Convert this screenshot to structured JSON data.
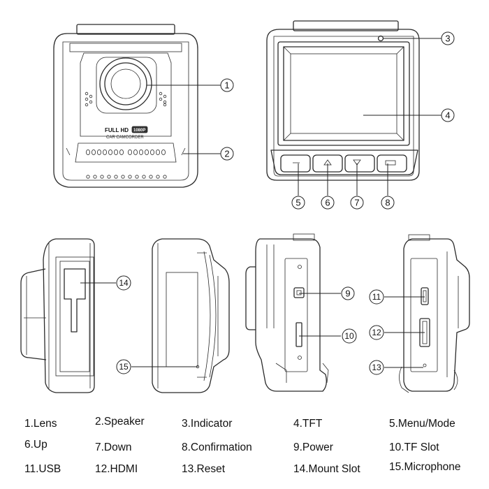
{
  "device_text": {
    "full_hd": "FULL HD",
    "resolution": "1080P",
    "model": "CAR CAMCORDER"
  },
  "callouts": [
    "1",
    "2",
    "3",
    "4",
    "5",
    "6",
    "7",
    "8",
    "9",
    "10",
    "11",
    "12",
    "13",
    "14",
    "15"
  ],
  "legend": [
    {
      "id": "1",
      "text": "1.Lens"
    },
    {
      "id": "2",
      "text": "2.Speaker"
    },
    {
      "id": "3",
      "text": "3.Indicator"
    },
    {
      "id": "4",
      "text": "4.TFT"
    },
    {
      "id": "5",
      "text": "5.Menu/Mode"
    },
    {
      "id": "6",
      "text": "6.Up"
    },
    {
      "id": "7",
      "text": "7.Down"
    },
    {
      "id": "8",
      "text": "8.Confirmation"
    },
    {
      "id": "9",
      "text": "9.Power"
    },
    {
      "id": "10",
      "text": "10.TF Slot"
    },
    {
      "id": "11",
      "text": "11.USB"
    },
    {
      "id": "12",
      "text": "12.HDMI"
    },
    {
      "id": "13",
      "text": "13.Reset"
    },
    {
      "id": "14",
      "text": "14.Mount Slot"
    },
    {
      "id": "15",
      "text": "15.Microphone"
    }
  ]
}
